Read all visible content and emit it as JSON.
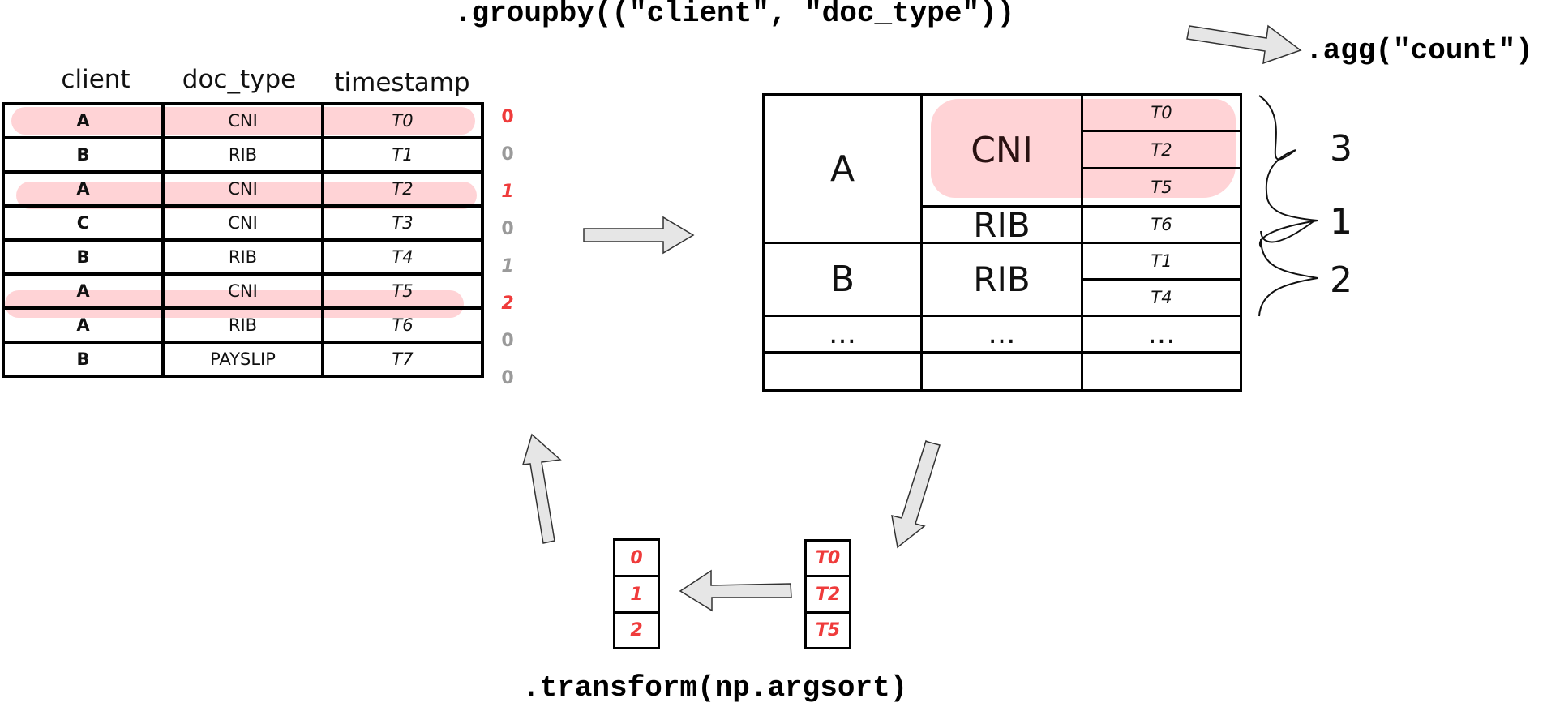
{
  "steps": {
    "groupby": ".groupby((\"client\", \"doc_type\"))",
    "agg": ".agg(\"count\")",
    "transform": ".transform(np.argsort)"
  },
  "source_table": {
    "headers": [
      "client",
      "doc_type",
      "timestamp"
    ],
    "rows": [
      {
        "client": "A",
        "doc_type": "CNI",
        "timestamp": "T0",
        "rank": "0",
        "highlighted": true
      },
      {
        "client": "B",
        "doc_type": "RIB",
        "timestamp": "T1",
        "rank": "0",
        "highlighted": false
      },
      {
        "client": "A",
        "doc_type": "CNI",
        "timestamp": "T2",
        "rank": "1",
        "highlighted": true
      },
      {
        "client": "C",
        "doc_type": "CNI",
        "timestamp": "T3",
        "rank": "0",
        "highlighted": false
      },
      {
        "client": "B",
        "doc_type": "RIB",
        "timestamp": "T4",
        "rank": "1",
        "highlighted": false
      },
      {
        "client": "A",
        "doc_type": "CNI",
        "timestamp": "T5",
        "rank": "2",
        "highlighted": true
      },
      {
        "client": "A",
        "doc_type": "RIB",
        "timestamp": "T6",
        "rank": "0",
        "highlighted": false
      },
      {
        "client": "B",
        "doc_type": "PAYSLIP",
        "timestamp": "T7",
        "rank": "0",
        "highlighted": false
      }
    ]
  },
  "grouped_table": {
    "group_a": "A",
    "group_a_cni": "CNI",
    "group_a_cni_ts": [
      "T0",
      "T2",
      "T5"
    ],
    "group_a_rib": "RIB",
    "group_a_rib_ts": "T6",
    "group_b": "B",
    "group_b_rib": "RIB",
    "group_b_rib_ts": [
      "T1",
      "T4"
    ],
    "ellipsis": "…"
  },
  "counts": [
    "3",
    "1",
    "2"
  ],
  "selected_timestamps": [
    "T0",
    "T2",
    "T5"
  ],
  "argsort_result": [
    "0",
    "1",
    "2"
  ],
  "colors": {
    "highlight": "#ffd3d6",
    "accent_red": "#ef3b3b",
    "muted_gray": "#9a9a9a",
    "arrow_fill": "#e6e6e6"
  }
}
